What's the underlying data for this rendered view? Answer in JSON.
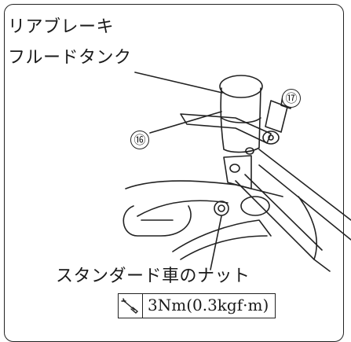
{
  "labels": {
    "rear_brake_line1": "リアブレーキ",
    "rear_brake_line2": "フルードタンク",
    "stand_nut": "スタンダード車のナット"
  },
  "callouts": {
    "part_16": "⑯",
    "part_17": "⑰"
  },
  "torque_spec": {
    "icon": "torque-wrench-icon",
    "value": "3Nm(0.3kgf·m)"
  },
  "colors": {
    "line": "#222222",
    "background": "#ffffff"
  }
}
